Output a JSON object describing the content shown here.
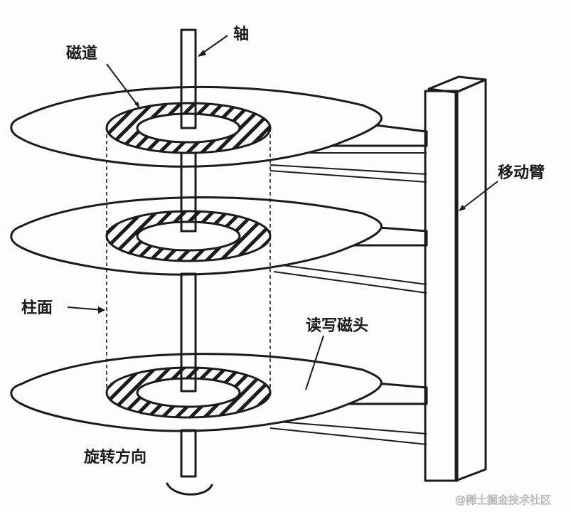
{
  "labels": {
    "axis": "轴",
    "track": "磁道",
    "arm": "移动臂",
    "cylinder": "柱面",
    "head": "读写磁头",
    "rotation": "旋转方向"
  },
  "watermark": "@稀土掘金技术社区"
}
